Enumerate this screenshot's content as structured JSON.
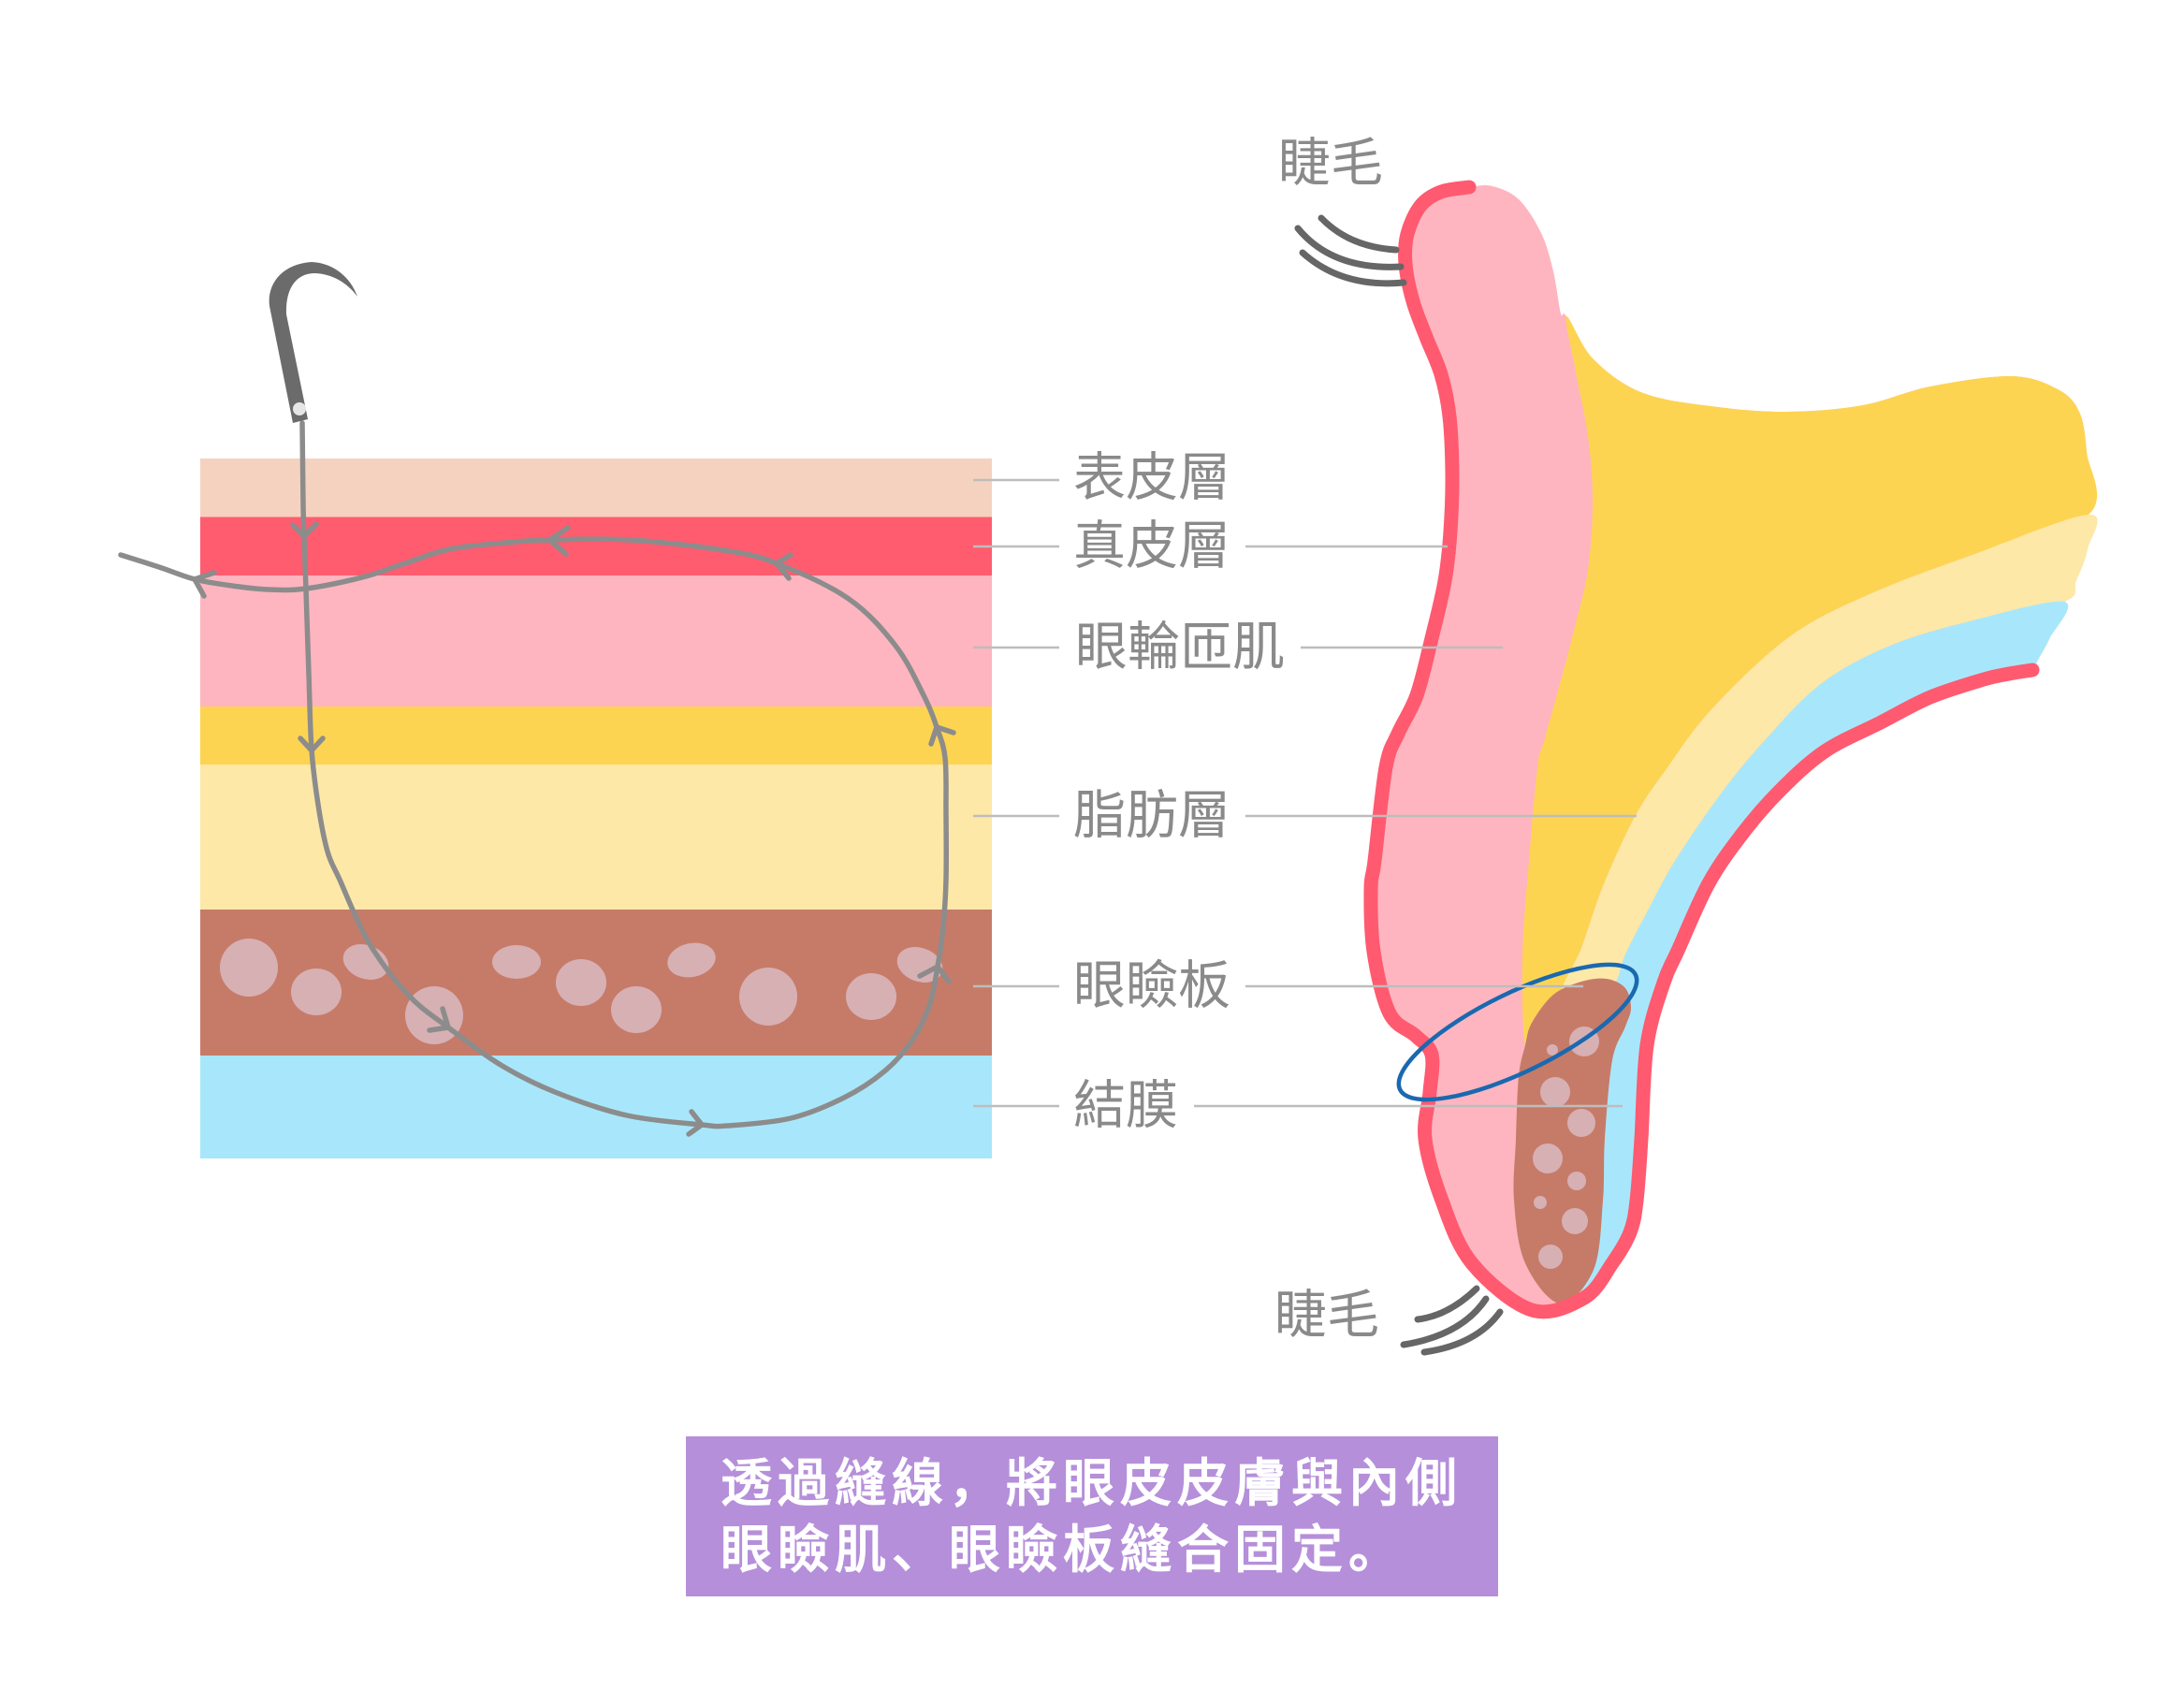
{
  "diagram": {
    "layers": [
      {
        "key": "epidermis",
        "label": "表皮層",
        "color": "#f5d2c0"
      },
      {
        "key": "dermis",
        "label": "真皮層",
        "color": "#ff5c70"
      },
      {
        "key": "orbicularis",
        "label": "眼輪匝肌",
        "color": "#feb5bf"
      },
      {
        "key": "fat",
        "label": "脂肪層",
        "color": "#fdd452",
        "color_light": "#fde8a8"
      },
      {
        "key": "tarsus",
        "label": "眼瞼板",
        "color": "#c67b68",
        "spot_color": "#d7b0b4"
      },
      {
        "key": "conjunctiva",
        "label": "結膜",
        "color": "#a8e7fb"
      }
    ],
    "eyelash_label_top": "睫毛",
    "eyelash_label_bottom": "睫毛",
    "colors": {
      "thread": "#8c8c8c",
      "needle": "#6b6b6b",
      "needle_eye": "#e6e6e6",
      "skin_outline": "#ff5a70",
      "highlight_ellipse": "#1a69b0",
      "label_text": "#8a8a8a",
      "leader_line": "#bdbdbd",
      "lash": "#666666"
    }
  },
  "caption": {
    "line1": "透過縫線，將眼皮皮膚與內側",
    "line2": "眼瞼肌、眼瞼板縫合固定。",
    "background": "#b58fda",
    "text_color": "#ffffff"
  }
}
